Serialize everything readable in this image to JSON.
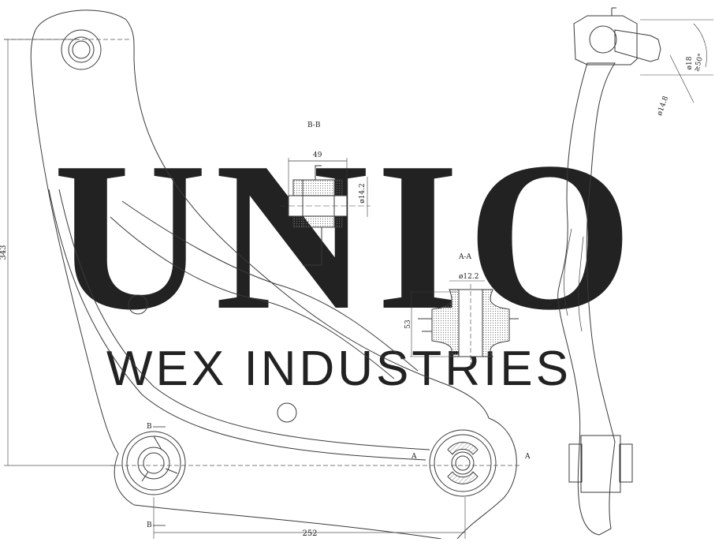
{
  "watermark": {
    "brand": "UNIO",
    "company": "WEX INDUSTRIES"
  },
  "sections": {
    "bb_title": "B-B",
    "aa_title": "A-A"
  },
  "dimensions": {
    "bb_width": "49",
    "bb_diameter": "ø14.2",
    "aa_diameter": "ø12.2",
    "aa_height": "53",
    "overall_height": "343",
    "overall_width": "252",
    "ball_diameter": "ø18",
    "stud_diameter": "ø14.8",
    "taper_angle": "≥50°"
  },
  "section_markers": {
    "b_top": "B",
    "b_bottom": "B",
    "a_left": "A",
    "a_right": "A"
  },
  "colors": {
    "line": "#3a3a3a",
    "watermark": "#ececec",
    "hatch": "#6a6a6a"
  }
}
